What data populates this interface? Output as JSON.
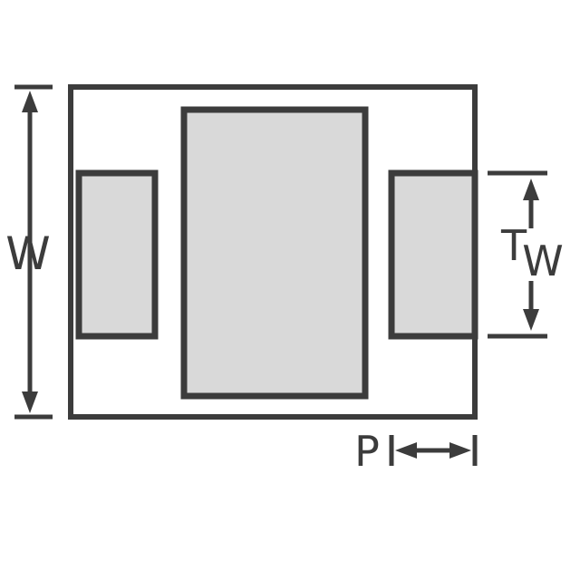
{
  "diagram": {
    "labels": {
      "overall_width": "W",
      "terminal_width_t": "T",
      "terminal_width_w": "W",
      "pitch": "P"
    },
    "colors": {
      "line": "#3c3c3c",
      "pad": "#d9d9d9",
      "bg": "#ffffff"
    }
  }
}
